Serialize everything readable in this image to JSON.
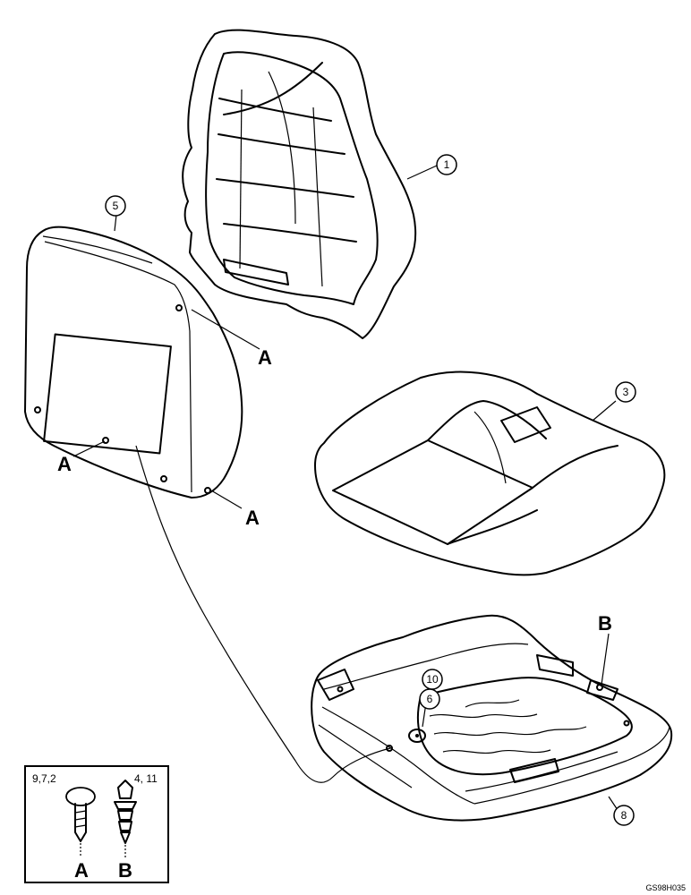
{
  "callouts": {
    "c1": "1",
    "c3": "3",
    "c5": "5",
    "c6": "6",
    "c8": "8",
    "c10": "10"
  },
  "refs": {
    "a_top": "A",
    "a_left": "A",
    "a_bottom": "A",
    "b_base": "B"
  },
  "inset": {
    "fastener_a_parts": "9,7,2",
    "fastener_b_parts": "4, 11",
    "fastener_a_letter": "A",
    "fastener_b_letter": "B"
  },
  "figure_code": "GS98H035"
}
